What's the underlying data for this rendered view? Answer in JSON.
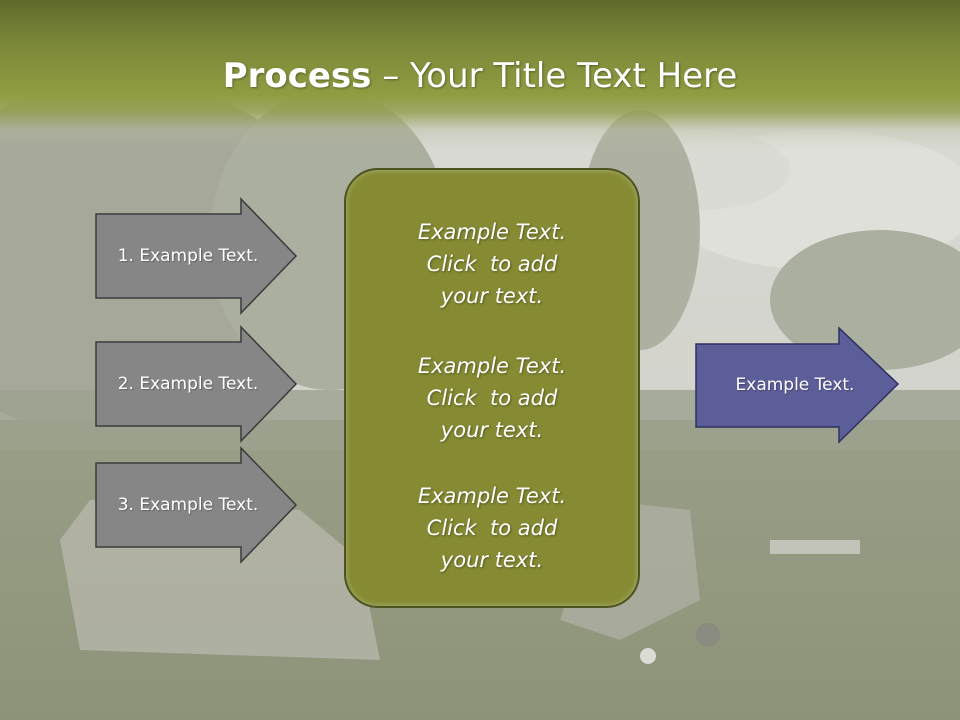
{
  "title": {
    "bold": "Process",
    "rest": " – Your Title Text Here"
  },
  "left_arrows": [
    {
      "label": "1. Example Text."
    },
    {
      "label": "2. Example Text."
    },
    {
      "label": "3. Example Text."
    }
  ],
  "center_blocks": [
    {
      "lines": [
        "Example Text.",
        "Click  to add",
        "your text."
      ]
    },
    {
      "lines": [
        "Example Text.",
        "Click  to add",
        "your text."
      ]
    },
    {
      "lines": [
        "Example Text.",
        "Click  to add",
        "your text."
      ]
    }
  ],
  "right_arrow": {
    "label": "Example Text."
  },
  "colors": {
    "title_band": "#7c8838",
    "left_arrow_fill": "#868686",
    "center_box_fill": "#858a33",
    "right_arrow_fill": "#5b5e98"
  }
}
